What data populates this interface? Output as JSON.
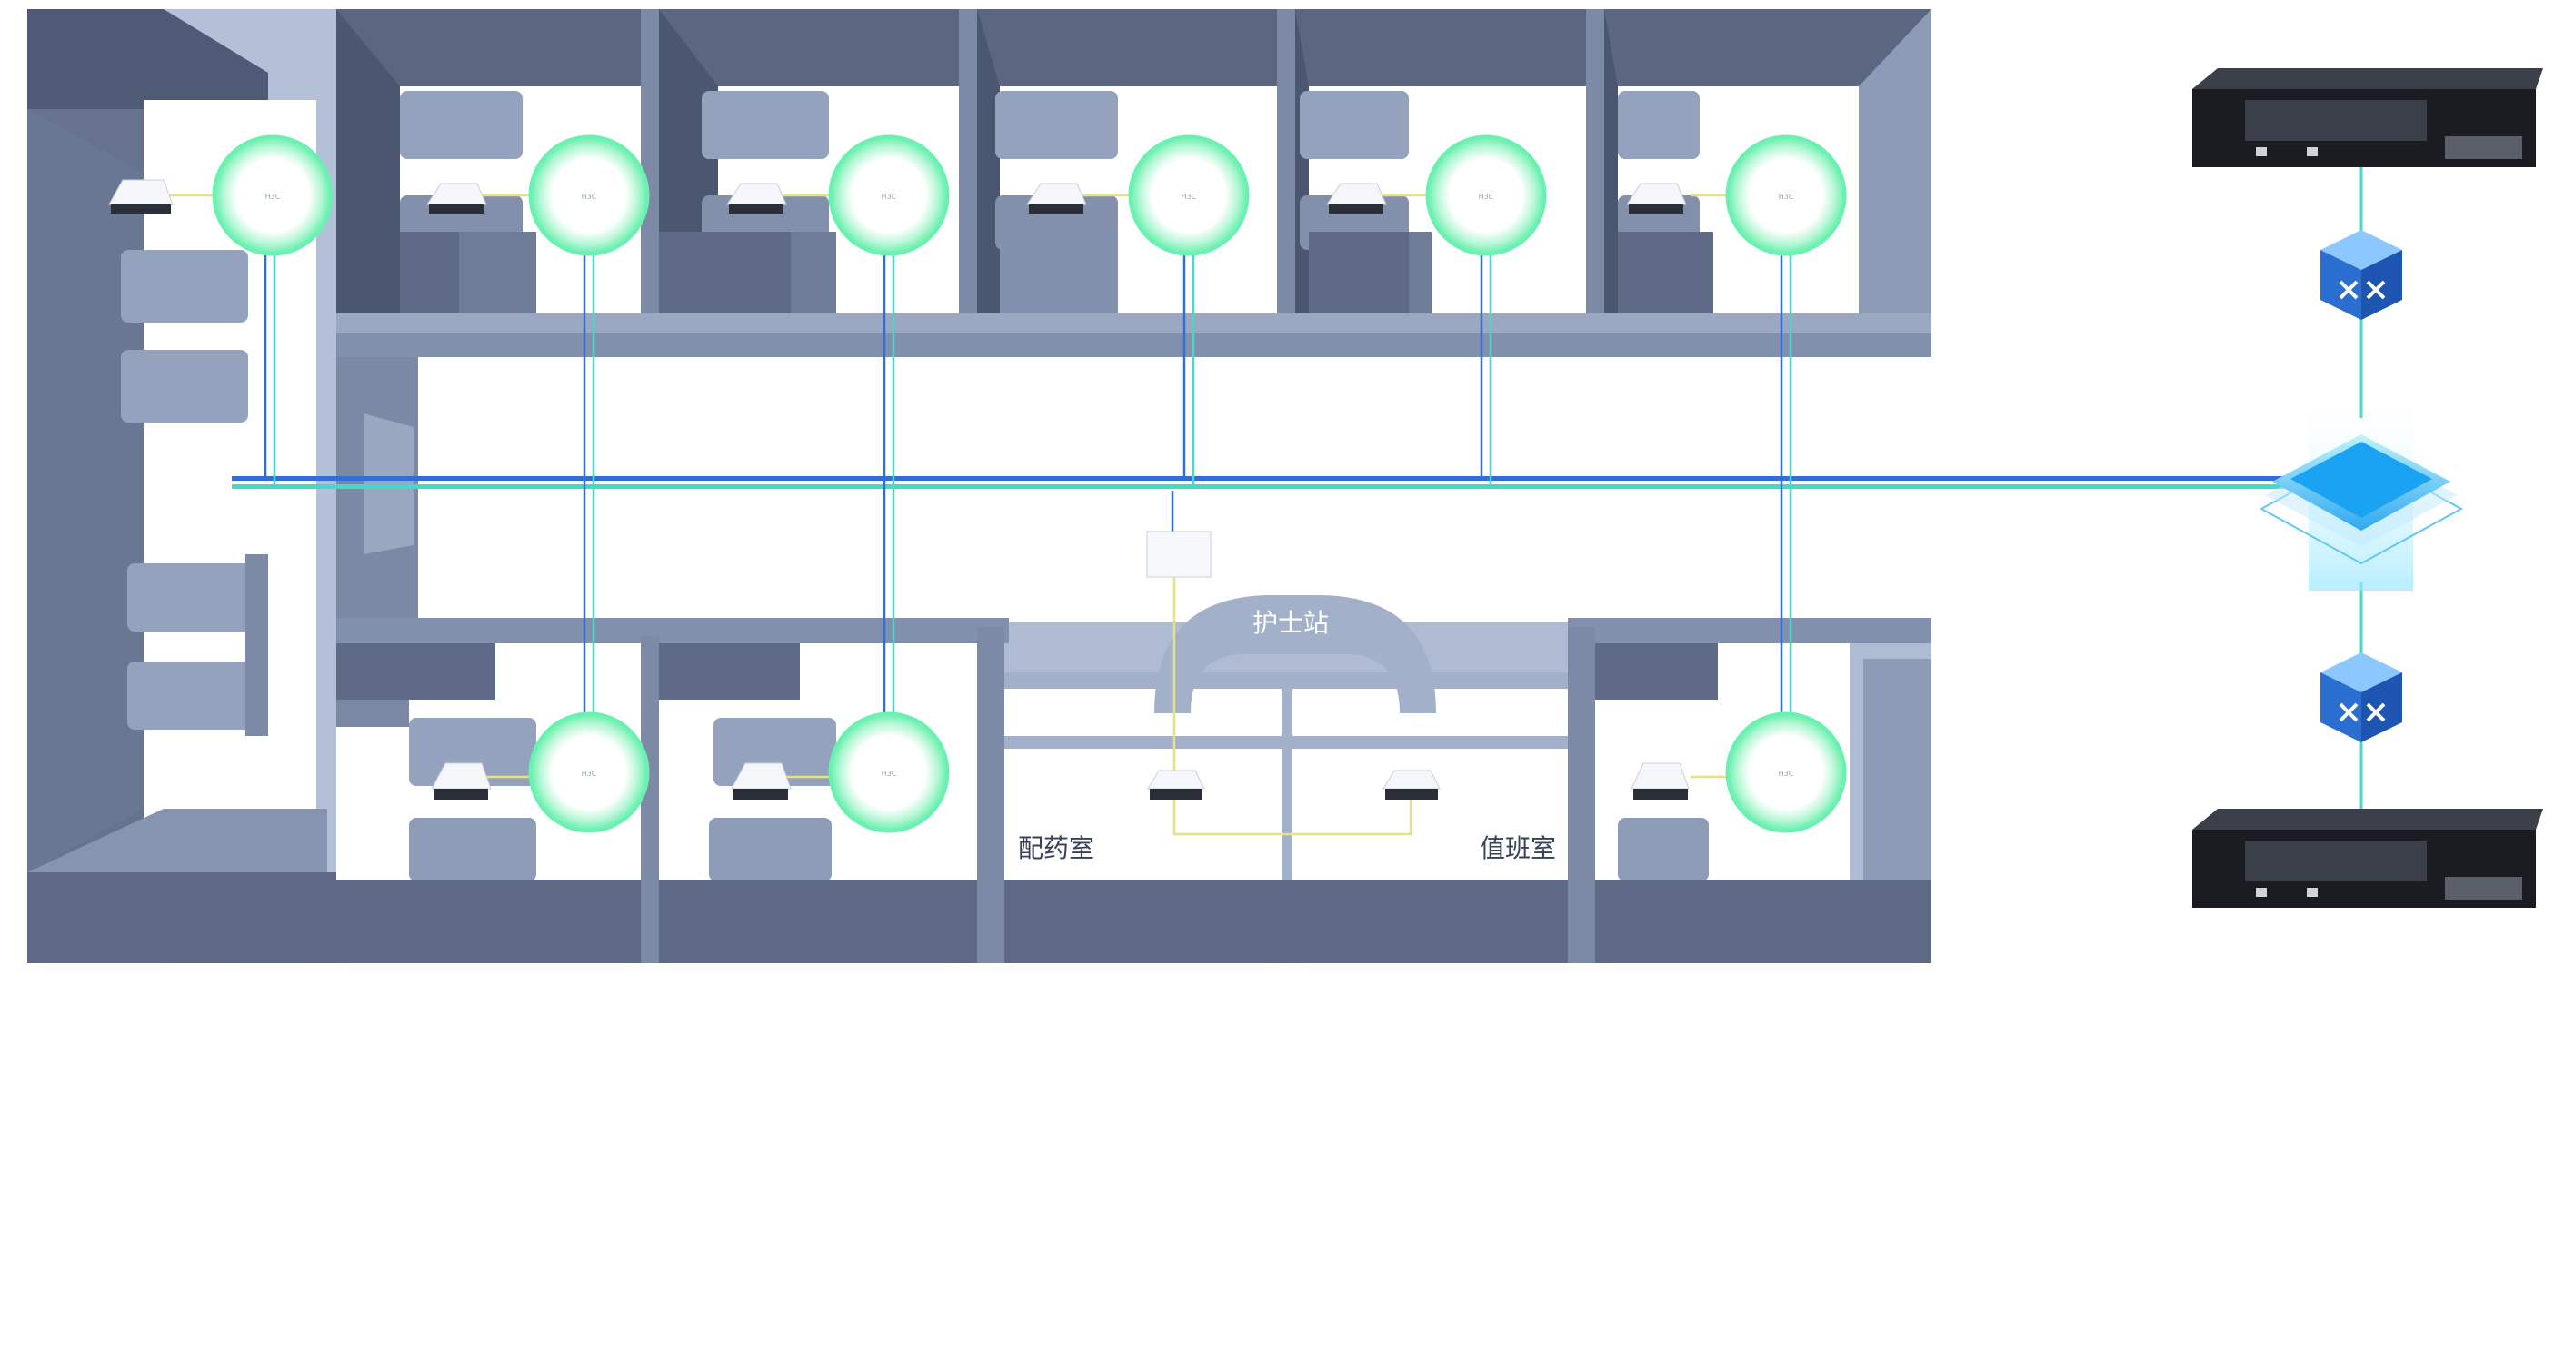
{
  "labels": {
    "nurse_station": "护士站",
    "dispensary": "配药室",
    "duty_room": "值班室"
  },
  "devices": {
    "ap_brand": "H3C"
  },
  "colors": {
    "floor": "#ffffff",
    "wall_light": "#a9b7d0",
    "wall_mid": "#8c9ab6",
    "wall_dark": "#5e6a85",
    "wall_top": "#c7d1e3",
    "bed": "#8d9bb8",
    "blue_link": "#2f6fd6",
    "cyan_link": "#47d8c7",
    "yellow_link": "#e7e08a",
    "ap_glow": "#6bf0b4"
  }
}
